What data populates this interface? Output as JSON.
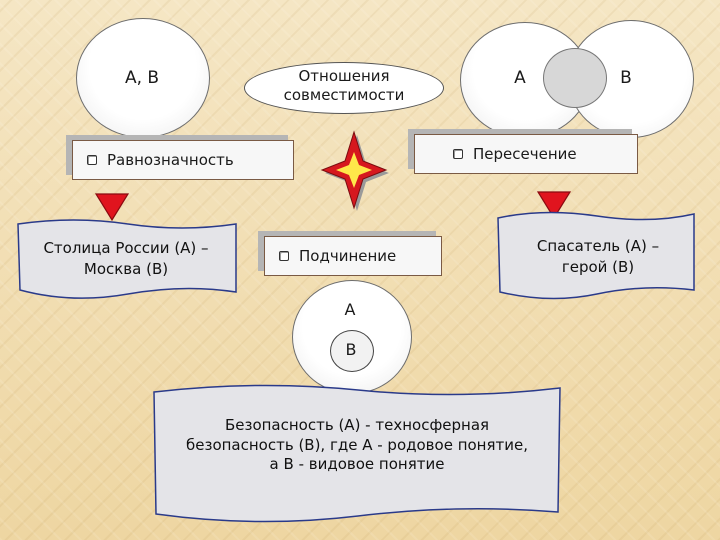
{
  "diagram": {
    "equivalence_circle_label": "A, B",
    "center_ellipse_label": "Отношения совместимости",
    "intersection": {
      "left_label": "A",
      "right_label": "B"
    },
    "equivalence_box_label": "Равнозначность",
    "intersection_box_label": "Пересечение",
    "subordination_box_label": "Подчинение",
    "equivalence_example": "Столица России (А) – Москва (В)",
    "intersection_example": "Спасатель (А) – герой (В)",
    "subordination": {
      "outer_label": "A",
      "inner_label": "B"
    },
    "subordination_example": "Безопасность (А) - техносферная безопасность (В), где А - родовое понятие, а В - видовое понятие"
  },
  "colors": {
    "arrow_fill": "#e0141e",
    "star_red": "#d6181e",
    "star_yellow": "#ffe84a",
    "banner_fill": "#e4e4e8",
    "background": "#f1dcae"
  },
  "icons": {
    "bullet": "square-bullet-icon",
    "arrow": "triangle-down-icon",
    "star": "four-point-star-icon"
  }
}
